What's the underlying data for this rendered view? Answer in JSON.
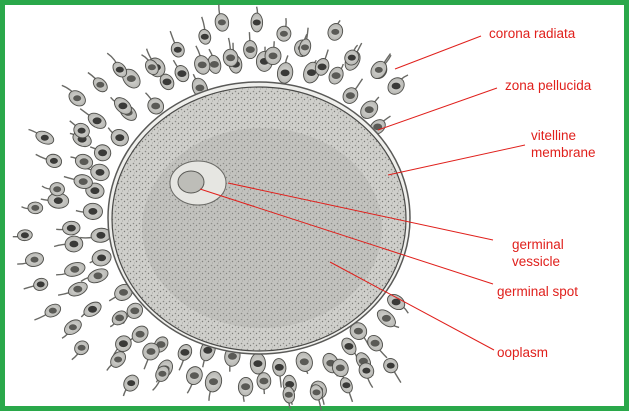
{
  "labels": {
    "corona_radiata": "corona radiata",
    "zona_pellucida": "zona pellucida",
    "vitelline_1": "vitelline",
    "vitelline_2": "membrane",
    "germinal_vesicle_1": "germinal",
    "germinal_vesicle_2": "vessicle",
    "germinal_spot": "germinal spot",
    "ooplasm": "ooplasm"
  },
  "colors": {
    "frame": "#2aa84a",
    "label": "#e0201c",
    "ink": "#3a3a3a"
  }
}
